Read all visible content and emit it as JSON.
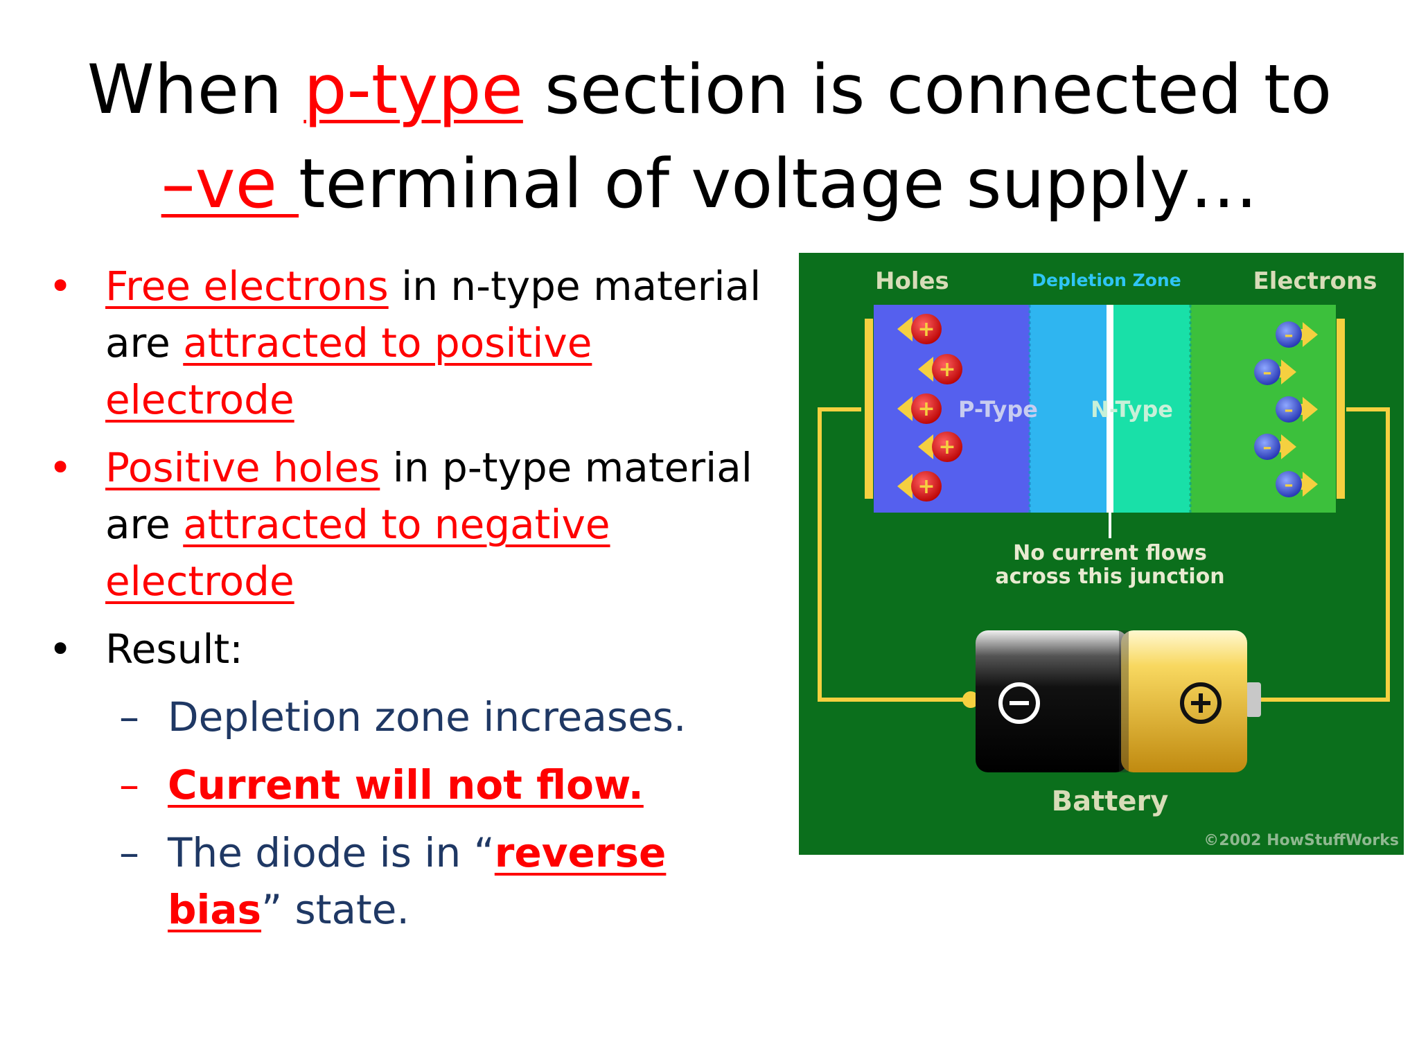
{
  "title": {
    "w1": "When ",
    "w2": "p-type",
    "w3": " section is connected to",
    "w4": "–ve ",
    "w5": "terminal of voltage supply…"
  },
  "bullets": [
    {
      "a": "Free electrons",
      "b": " in n-type material are ",
      "c": "attracted to positive electrode"
    },
    {
      "a": "Positive holes",
      "b": " in p-type material are ",
      "c": "attracted to negative electrode"
    },
    {
      "a": "Result:"
    }
  ],
  "sub_bullets": [
    {
      "text": "Depletion zone increases."
    },
    {
      "text": "Current will not flow."
    },
    {
      "pre": "The diode is in “",
      "bold": "reverse bias",
      "post": "” state."
    }
  ],
  "diagram": {
    "holes_label": "Holes",
    "depletion_label": "Depletion Zone",
    "electrons_label": "Electrons",
    "ptype_label": "P-Type",
    "ntype_label": "N-Type",
    "junction_note_1": "No current flows",
    "junction_note_2": "across this junction",
    "battery_label": "Battery",
    "copyright": "©2002 HowStuffWorks",
    "plus_symbol": "+",
    "minus_symbol": "–",
    "colors": {
      "background": "#0b6f1c",
      "p_region": "#5560ee",
      "depletion_p": "#2fb5f0",
      "depletion_n": "#19e0a8",
      "n_region": "#3cc03c",
      "wire": "#f5d040",
      "battery_gold": "#f0c030"
    }
  },
  "colors": {
    "accent_red": "#ff0000",
    "sub_blue": "#1f3864"
  }
}
